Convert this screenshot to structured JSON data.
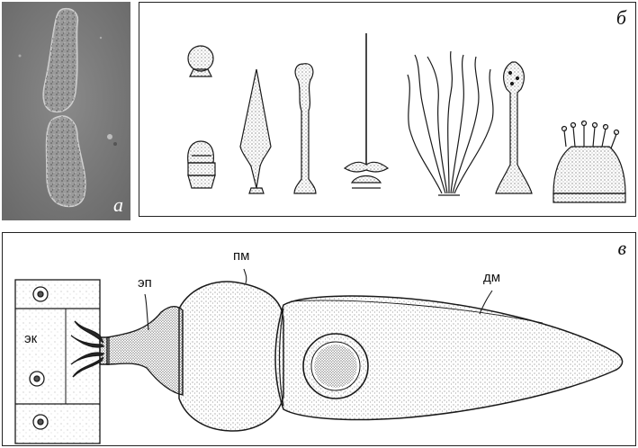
{
  "panels": {
    "a": {
      "letter": "а"
    },
    "b": {
      "letter": "б"
    },
    "c": {
      "letter": "в",
      "labels": {
        "ek": "эк",
        "ep": "эп",
        "pm": "пм",
        "dm": "дм"
      }
    }
  },
  "colors": {
    "micrograph_bg": "#7d7d7d",
    "ink": "#1a1a1a",
    "stipple": "#555555"
  }
}
